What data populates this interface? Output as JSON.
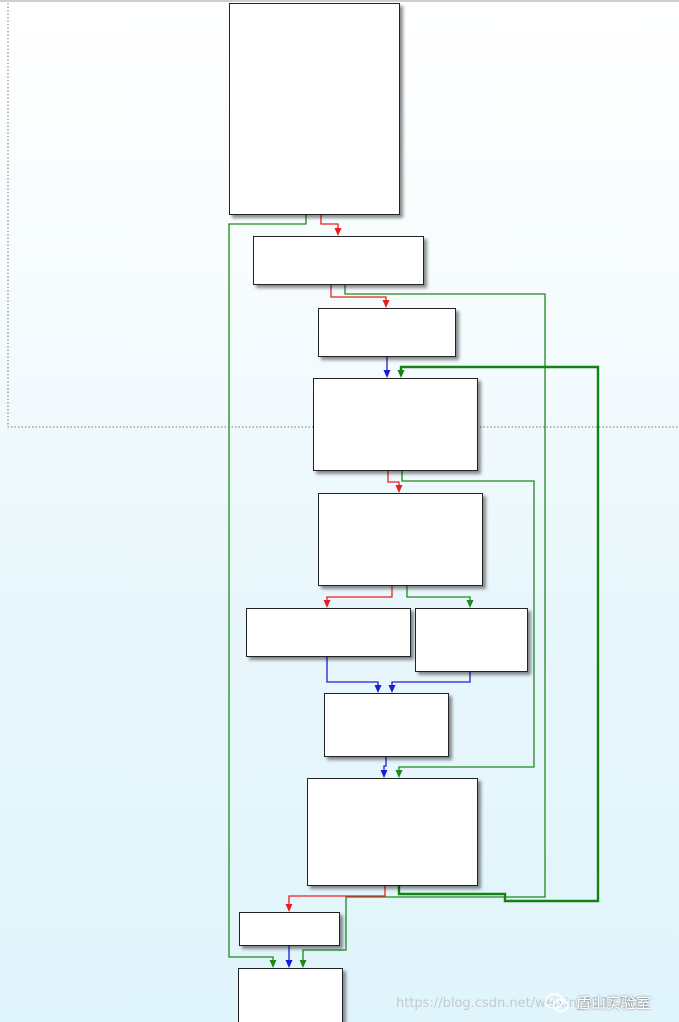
{
  "diagram": {
    "type": "control-flow-graph",
    "blocks": [
      {
        "id": "b1"
      },
      {
        "id": "b2"
      },
      {
        "id": "b3"
      },
      {
        "id": "b4"
      },
      {
        "id": "b5"
      },
      {
        "id": "b6"
      },
      {
        "id": "b7"
      },
      {
        "id": "b8"
      },
      {
        "id": "b9"
      },
      {
        "id": "b10"
      },
      {
        "id": "b11"
      }
    ],
    "edges": [
      {
        "from": "b1",
        "to": "b2",
        "kind": "true"
      },
      {
        "from": "b1",
        "to": "b11",
        "kind": "false"
      },
      {
        "from": "b2",
        "to": "b3",
        "kind": "true"
      },
      {
        "from": "b2",
        "to": "b11",
        "kind": "false"
      },
      {
        "from": "b3",
        "to": "b4",
        "kind": "unconditional"
      },
      {
        "from": "b4",
        "to": "b5",
        "kind": "true"
      },
      {
        "from": "b4",
        "to": "b9",
        "kind": "false"
      },
      {
        "from": "b5",
        "to": "b6",
        "kind": "true"
      },
      {
        "from": "b5",
        "to": "b7",
        "kind": "false"
      },
      {
        "from": "b6",
        "to": "b8",
        "kind": "unconditional"
      },
      {
        "from": "b7",
        "to": "b8",
        "kind": "unconditional"
      },
      {
        "from": "b8",
        "to": "b9",
        "kind": "unconditional"
      },
      {
        "from": "b9",
        "to": "b10",
        "kind": "true"
      },
      {
        "from": "b9",
        "to": "b4",
        "kind": "false"
      },
      {
        "from": "b10",
        "to": "b11",
        "kind": "unconditional"
      }
    ],
    "colors": {
      "true": "#e8211f",
      "false": "#1e8a1e",
      "unconditional": "#1c1cd6",
      "loop_back": "#128212",
      "block_fill": "#ffffff",
      "block_border": "#222222"
    }
  },
  "watermark": {
    "url": "https://blog.csdn.net/weixin_45377912",
    "name": "盾山实验室",
    "logo_icon": "wechat-logo-icon"
  }
}
